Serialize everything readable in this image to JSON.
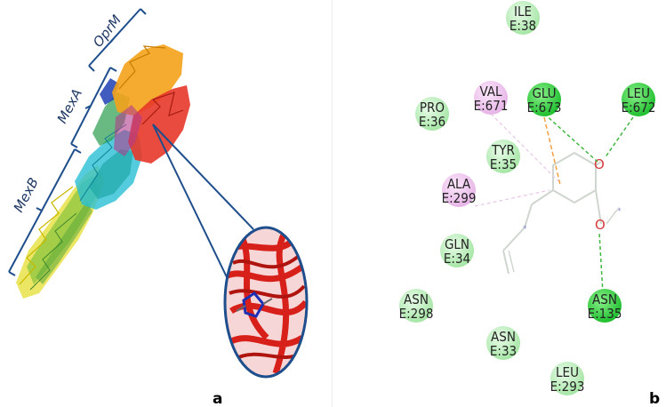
{
  "panel_a": {
    "letter": "a",
    "brackets": [
      {
        "label": "OprM"
      },
      {
        "label": "MexA"
      },
      {
        "label": "MexB"
      }
    ]
  },
  "panel_b": {
    "letter": "b",
    "residues": [
      {
        "name": "ILE",
        "chain_num": "E:38",
        "type": "vdw"
      },
      {
        "name": "VAL",
        "chain_num": "E:671",
        "type": "alkyl"
      },
      {
        "name": "GLU",
        "chain_num": "E:673",
        "type": "hbond"
      },
      {
        "name": "LEU",
        "chain_num": "E:672",
        "type": "hbond"
      },
      {
        "name": "PRO",
        "chain_num": "E:36",
        "type": "vdw"
      },
      {
        "name": "TYR",
        "chain_num": "E:35",
        "type": "vdw"
      },
      {
        "name": "ALA",
        "chain_num": "E:299",
        "type": "alkyl"
      },
      {
        "name": "GLN",
        "chain_num": "E:34",
        "type": "vdw"
      },
      {
        "name": "ASN",
        "chain_num": "E:298",
        "type": "vdw"
      },
      {
        "name": "ASN",
        "chain_num": "E:135",
        "type": "hbond"
      },
      {
        "name": "ASN",
        "chain_num": "E:33",
        "type": "vdw"
      },
      {
        "name": "LEU",
        "chain_num": "E:293",
        "type": "vdw"
      }
    ],
    "ligand_atoms": [
      {
        "label": "O"
      },
      {
        "label": "O"
      }
    ],
    "colors": {
      "vdw": "#b8f0b8",
      "hbond": "#2ecc40",
      "alkyl": "#f3c6f3"
    }
  }
}
